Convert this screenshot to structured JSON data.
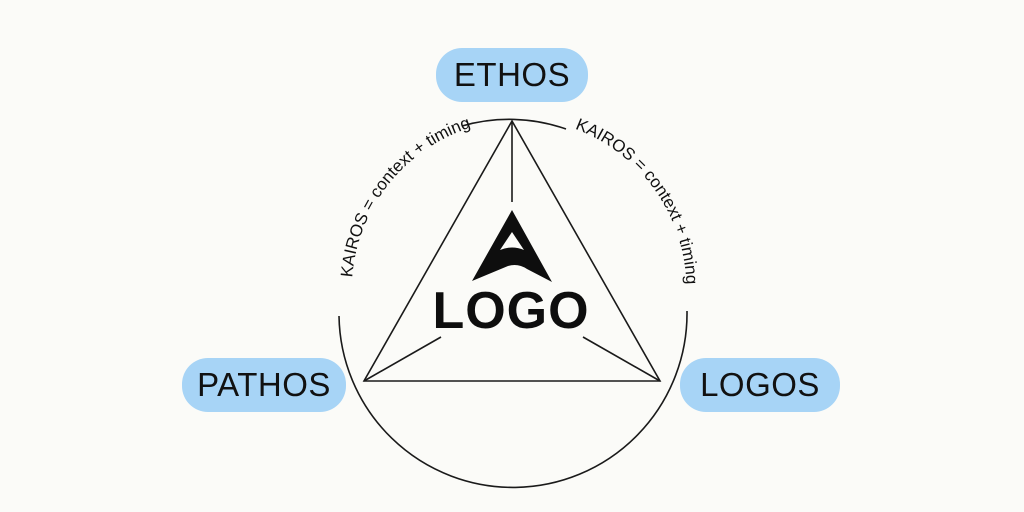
{
  "nodes": {
    "ethos": "ETHOS",
    "pathos": "PATHOS",
    "logos": "LOGOS"
  },
  "arc_labels": {
    "left": "KAIROS = context + timing",
    "right": "KAIROS = context + timing"
  },
  "logo": {
    "text": "LOGO",
    "icon": "triangle-logo-icon"
  },
  "colors": {
    "pill": "#a7d4f6",
    "line": "#1a1a1a",
    "background": "#fbfbf8"
  }
}
